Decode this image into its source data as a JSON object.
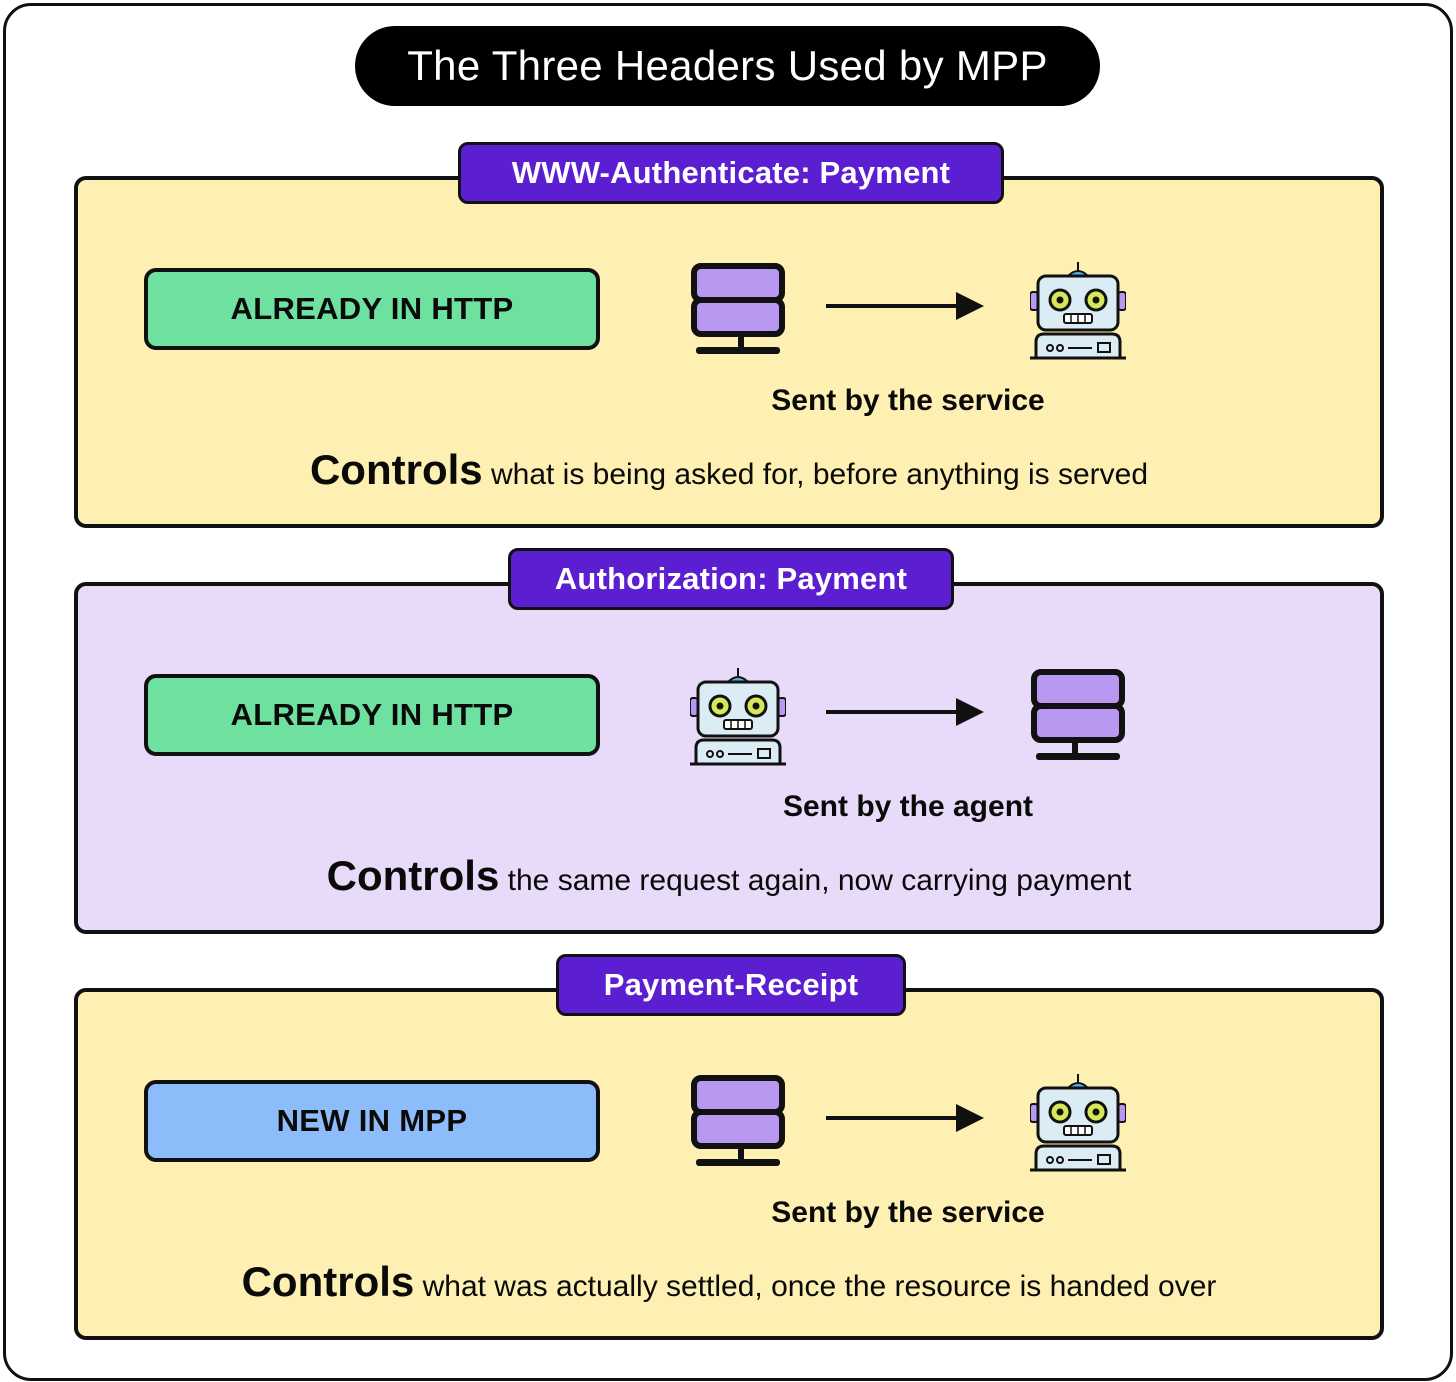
{
  "title": "The Three Headers Used by MPP",
  "panels": [
    {
      "header": "WWW-Authenticate: Payment",
      "badge": "ALREADY IN HTTP",
      "sender": "Sent by the service",
      "controls_keyword": "Controls",
      "controls_text": "what is being asked for, before anything is served",
      "from_icon": "server-icon",
      "to_icon": "robot-icon",
      "background": "#fdf0b2",
      "badge_color": "#6ee0a0"
    },
    {
      "header": "Authorization: Payment",
      "badge": "ALREADY IN HTTP",
      "sender": "Sent by the agent",
      "controls_keyword": "Controls",
      "controls_text": "the same request again, now carrying payment",
      "from_icon": "robot-icon",
      "to_icon": "server-icon",
      "background": "#e8daf9",
      "badge_color": "#6ee0a0"
    },
    {
      "header": "Payment-Receipt",
      "badge": "NEW IN MPP",
      "sender": "Sent by the service",
      "controls_keyword": "Controls",
      "controls_text": "what was actually settled, once the resource is handed over",
      "from_icon": "server-icon",
      "to_icon": "robot-icon",
      "background": "#fdf0b2",
      "badge_color": "#8dbcfb"
    }
  ],
  "colors": {
    "header_tag": "#5b1fd1",
    "title_pill": "#000000",
    "server_accent": "#b998f2",
    "robot_face": "#dcecf4",
    "robot_eye": "#d6e85a"
  }
}
